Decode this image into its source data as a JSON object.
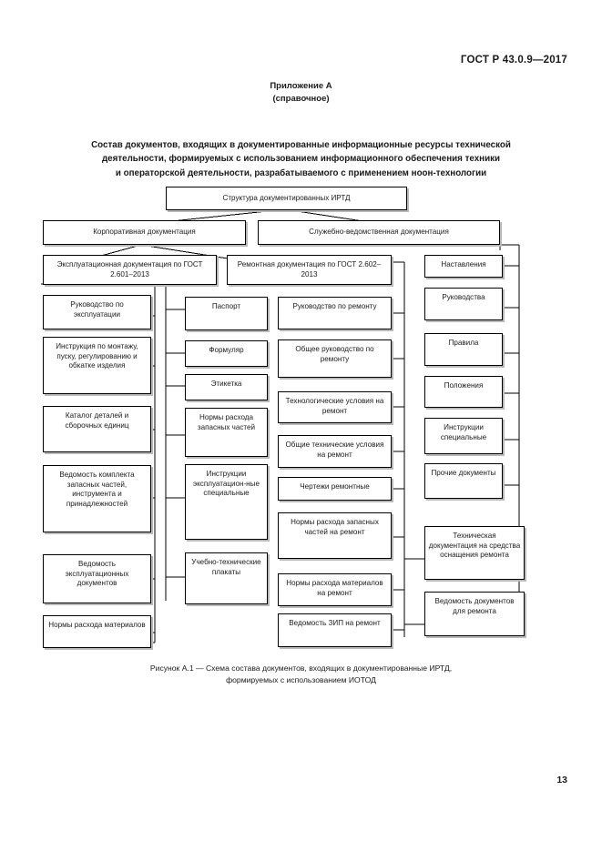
{
  "document": {
    "standard_header": "ГОСТ Р 43.0.9—2017",
    "page_number": "13",
    "appendix": {
      "line1": "Приложение А",
      "line2": "(справочное)"
    },
    "title": {
      "line1": "Состав документов, входящих в документированные информационные ресурсы технической",
      "line2": "деятельности, формируемых с использованием информационного обеспечения техники",
      "line3": "и операторской деятельности, разрабатываемого с применением ноон-технологии"
    },
    "caption": {
      "line1": "Рисунок А.1 — Схема состава документов, входящих в документированные ИРТД,",
      "line2": "формируемых с использованием ИОТОД"
    }
  },
  "chart_data": {
    "type": "diagram",
    "title": "Схема состава документов, входящих в документированные ИРТД",
    "root": {
      "id": "root",
      "label": "Структура документированных ИРТД"
    },
    "level2": [
      {
        "id": "corp",
        "label": "Корпоративная документация"
      },
      {
        "id": "dept",
        "label": "Служебно-ведомственная документация"
      }
    ],
    "level3": [
      {
        "id": "oper-doc",
        "label": "Эксплуатационная документация  по ГОСТ 2.601–2013"
      },
      {
        "id": "repair-doc",
        "label": "Ремонтная документация по ГОСТ 2.602–2013"
      }
    ],
    "column1": [
      {
        "id": "c1-1",
        "label": "Руководство по эксплуатации"
      },
      {
        "id": "c1-2",
        "label": "Инструкция по монтажу, пуску, регулированию и обкатке изделия"
      },
      {
        "id": "c1-3",
        "label": "Каталог деталей и сборочных единиц"
      },
      {
        "id": "c1-4",
        "label": "Ведомость комплекта запасных частей, инструмента и принадлежностей"
      },
      {
        "id": "c1-5",
        "label": "Ведомость эксплуатационных документов"
      },
      {
        "id": "c1-6",
        "label": "Нормы расхода материалов"
      }
    ],
    "column2": [
      {
        "id": "c2-1",
        "label": "Паспорт"
      },
      {
        "id": "c2-2",
        "label": "Формуляр"
      },
      {
        "id": "c2-3",
        "label": "Этикетка"
      },
      {
        "id": "c2-4",
        "label": "Нормы расхода запасных частей"
      },
      {
        "id": "c2-5",
        "label": "Инструкции эксплуатацион-ные специальные"
      },
      {
        "id": "c2-6",
        "label": "Учебно-технические плакаты"
      }
    ],
    "column3": [
      {
        "id": "c3-1",
        "label": "Руководство по ремонту"
      },
      {
        "id": "c3-2",
        "label": "Общее руководство по ремонту"
      },
      {
        "id": "c3-3",
        "label": "Технологические условия на ремонт"
      },
      {
        "id": "c3-4",
        "label": "Общие технические условия на ремонт"
      },
      {
        "id": "c3-5",
        "label": "Чертежи ремонтные"
      },
      {
        "id": "c3-6",
        "label": "Нормы расхода запасных частей на ремонт"
      },
      {
        "id": "c3-7",
        "label": "Нормы  расхода материалов на ремонт"
      },
      {
        "id": "c3-8",
        "label": "Ведомость ЗИП на ремонт"
      }
    ],
    "column4": [
      {
        "id": "c4-1",
        "label": "Наставления"
      },
      {
        "id": "c4-2",
        "label": "Руководства"
      },
      {
        "id": "c4-3",
        "label": "Правила"
      },
      {
        "id": "c4-4",
        "label": "Положения"
      },
      {
        "id": "c4-5",
        "label": "Инструкции специальные"
      },
      {
        "id": "c4-6",
        "label": "Прочие документы"
      },
      {
        "id": "c4-7",
        "label": "Техническая документация на средства оснащения ремонта"
      },
      {
        "id": "c4-8",
        "label": "Ведомость документов для ремонта"
      }
    ]
  }
}
